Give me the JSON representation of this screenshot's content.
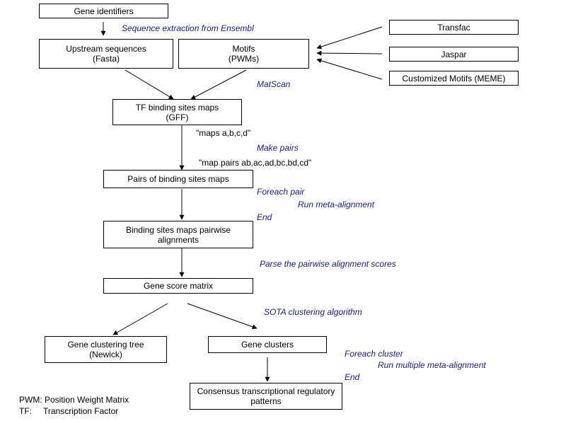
{
  "boxes": {
    "gene_identifiers": [
      "Gene identifiers"
    ],
    "upstream": [
      "Upstream sequences",
      "(Fasta)"
    ],
    "motifs": [
      "Motifs",
      "(PWMs)"
    ],
    "transfac": [
      "Transfac"
    ],
    "jaspar": [
      "Jaspar"
    ],
    "custom_motifs": [
      "Customized Motifs (MEME)"
    ],
    "tf_maps": [
      "TF binding sites maps",
      "(GFF)"
    ],
    "pairs": [
      "Pairs of binding sites maps"
    ],
    "pairwise": [
      "Binding sites maps pairwise",
      "alignments"
    ],
    "score_matrix": [
      "Gene score matrix"
    ],
    "tree": [
      "Gene clustering tree",
      "(Newick)"
    ],
    "clusters": [
      "Gene clusters"
    ],
    "consensus": [
      "Consensus transcriptional regulatory",
      "patterns"
    ]
  },
  "steps": {
    "seq_extraction": "Sequence extraction from Ensembl",
    "matscan": "MatScan",
    "make_pairs": "Make pairs",
    "foreach_pair": "Foreach pair",
    "run_meta": "Run meta-alignment",
    "end1": "End",
    "parse_scores": "Parse the pairwise alignment scores",
    "sota": "SOTA clustering algorithm",
    "foreach_cluster": "Foreach cluster",
    "run_multiple": "Run multiple meta-alignment",
    "end2": "End"
  },
  "annotations": {
    "maps": "\"maps a,b,c,d\"",
    "map_pairs": "\"map pairs ab,ac,ad,bc,bd,cd\""
  },
  "legend": {
    "pwm": "PWM: Position Weight Matrix",
    "tf_label": "TF:",
    "tf_text": "Transcription Factor"
  },
  "colors": {
    "step_text": "#1a1a8c",
    "box_border": "#000000"
  }
}
